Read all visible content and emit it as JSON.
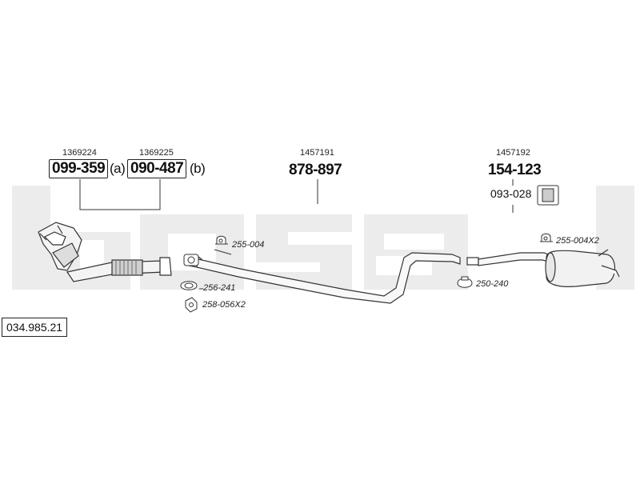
{
  "diagram_id": "034.985.21",
  "watermark": "bosal",
  "front_pipe": {
    "oe_ref_a": "1369224",
    "part_a": "099-359",
    "tag_a": "(a)",
    "oe_ref_b": "1369225",
    "part_b": "090-487",
    "tag_b": "(b)"
  },
  "center_pipe": {
    "oe_ref": "1457191",
    "part": "878-897"
  },
  "rear_silencer": {
    "oe_ref": "1457192",
    "part": "154-123",
    "mount_part": "093-028"
  },
  "fittings": {
    "clamp_front": "255-004",
    "gasket": "256-241",
    "nut": "258-056X2",
    "clamp_mid": "250-240",
    "clamp_rear": "255-004X2"
  },
  "colors": {
    "watermark": "#ececec",
    "line": "#333333",
    "pipe_fill": "#f4f4f4"
  }
}
